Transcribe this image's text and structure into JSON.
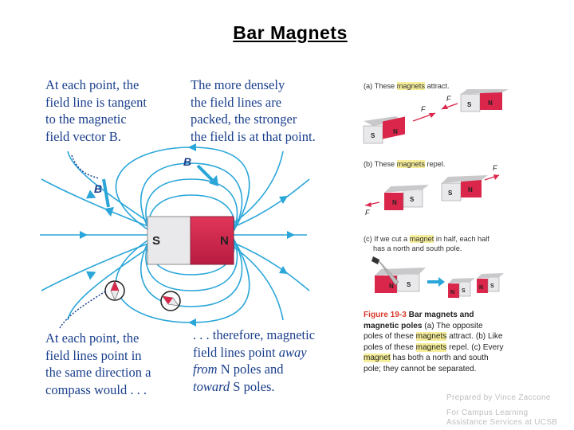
{
  "title": "Bar Magnets",
  "captions": {
    "top_left": [
      "At each point, the",
      "field line is tangent",
      "to the magnetic",
      "field vector B."
    ],
    "top_right": [
      "The more densely",
      "the field lines are",
      "packed, the stronger",
      "the field is at that point."
    ],
    "bottom_left": [
      "At each point, the",
      "field lines point in",
      "the same direction a",
      "compass would . . ."
    ],
    "bottom_right": {
      "l1": ". . . therefore, magnetic",
      "l2_a": "field lines point ",
      "l2_b": "away",
      "l3_a": "from",
      "l3_b": " N poles and",
      "l4_a": "toward",
      "l4_b": " S poles."
    }
  },
  "diagram": {
    "vector_label": "B",
    "pole_s": "S",
    "pole_n": "N"
  },
  "panels": {
    "a": {
      "pre": "(a) These ",
      "hl": "magnets",
      "post": " attract.",
      "force": "F"
    },
    "b": {
      "pre": "(b) These ",
      "hl": "magnets",
      "post": " repel.",
      "force": "F"
    },
    "c": {
      "l1_pre": "(c) If we cut a ",
      "l1_hl": "magnet",
      "l1_post": " in half, each half",
      "l2": "has a north and south pole."
    },
    "labels": {
      "s": "S",
      "n": "N"
    }
  },
  "figure_caption": {
    "label": "Figure 19-3",
    "l1_b": " Bar magnets and",
    "l2_b": "magnetic poles",
    "l2_r": " (a) The opposite",
    "l3_a": "poles of these ",
    "l3_hl": "magnets",
    "l3_b": " attract. (b) Like",
    "l4_a": "poles of these ",
    "l4_hl": "magnets",
    "l4_b": " repel. (c) Every",
    "l5_hl": "magnet",
    "l5_b": " has both a north and south",
    "l6": "pole; they cannot be separated."
  },
  "credits": {
    "l1": "Prepared by Vince Zaccone",
    "l2": "For Campus Learning",
    "l3": "Assistance Services at UCSB"
  },
  "colors": {
    "caption_text": "#1a3f8c",
    "field_lines": "#2aa6d9",
    "magnet_red": "#d9264a",
    "magnet_grey": "#e9e9ec",
    "highlight": "#f6ee9a",
    "figure_label": "#d93a2b",
    "credit_text": "#bfbfbf"
  }
}
